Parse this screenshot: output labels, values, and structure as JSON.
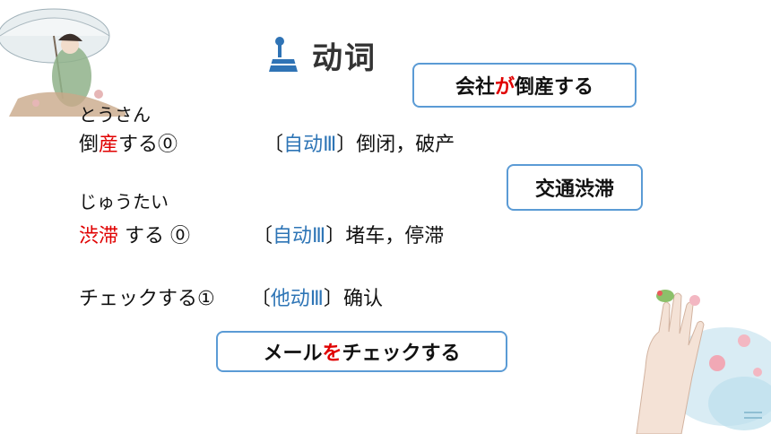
{
  "title": "动词",
  "boxes": {
    "kaisha": {
      "pre": "会社",
      "particle": "が",
      "post": "倒産する"
    },
    "kotsu": "交通渋滞",
    "mail": {
      "pre": "メール",
      "particle": "を",
      "post": "チェックする"
    }
  },
  "entries": [
    {
      "reading": "とうさん",
      "kanji_a": "倒",
      "kanji_red": "産",
      "suffix": "する⓪",
      "bracket_open": "〔",
      "pos": "自动Ⅲ",
      "bracket_close": "〕",
      "meaning": "倒闭，破产"
    },
    {
      "reading": "じゅうたい",
      "kanji_red": "渋滞",
      "suffix": " する ⓪",
      "bracket_open": "〔",
      "pos": "自动Ⅲ",
      "bracket_close": "〕",
      "meaning": "堵车，停滞"
    },
    {
      "word": "チェックする①",
      "bracket_open": "〔",
      "pos": "他动Ⅲ",
      "bracket_close": "〕",
      "meaning": "确认"
    }
  ],
  "colors": {
    "accent_red": "#e00000",
    "accent_blue": "#2e75b6",
    "box_border": "#5b9bd5"
  },
  "icons": [
    "joystick-icon",
    "umbrella-girl-illustration",
    "hand-with-bird-illustration"
  ]
}
